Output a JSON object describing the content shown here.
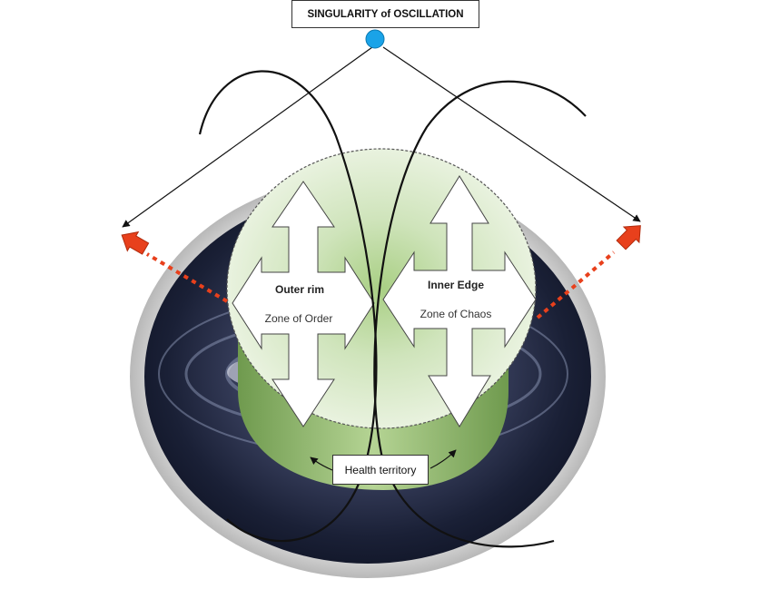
{
  "title": "SINGULARITY of OSCILLATION",
  "left_zone": {
    "heading": "Outer rim",
    "subheading": "Zone of Order"
  },
  "right_zone": {
    "heading": "Inner Edge",
    "subheading": "Zone of Chaos"
  },
  "center_label": "Health territory",
  "colors": {
    "singularity_dot": "#1aa3e8",
    "arrow_red": "#e8401c",
    "disc_dark": "#1c2440",
    "cylinder_green": "#8fb96a",
    "curve": "#111111"
  }
}
